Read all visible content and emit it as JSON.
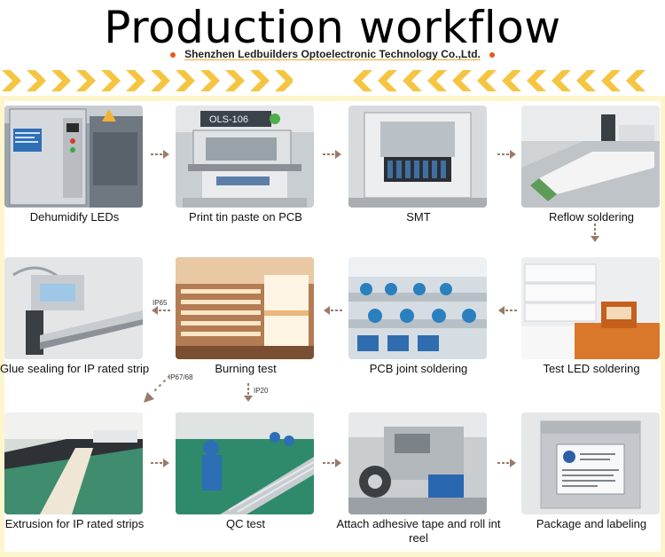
{
  "header": {
    "title": "Production workflow",
    "subtitle": "Shenzhen Ledbuilders Optoelectronic Technology Co.,Ltd."
  },
  "colors": {
    "chevron": "#f5c542",
    "frame": "#fdf6cc",
    "arrow": "#9a7a6a",
    "dot": "#e8561f"
  },
  "steps": [
    {
      "label": "Dehumidify LEDs"
    },
    {
      "label": "Print tin paste on PCB",
      "machine_text": "OLS-106"
    },
    {
      "label": "SMT"
    },
    {
      "label": "Reflow soldering"
    },
    {
      "label": "Glue sealing for IP rated strip"
    },
    {
      "label": "Burning test"
    },
    {
      "label": "PCB joint soldering"
    },
    {
      "label": "Test LED soldering"
    },
    {
      "label": "Extrusion for IP rated strips"
    },
    {
      "label": "QC test"
    },
    {
      "label": "Attach adhesive tape and roll int reel"
    },
    {
      "label": "Package and labeling"
    }
  ],
  "tags": {
    "ip65": "IP65",
    "ip6768": "IP67/68",
    "ip20": "IP20"
  }
}
